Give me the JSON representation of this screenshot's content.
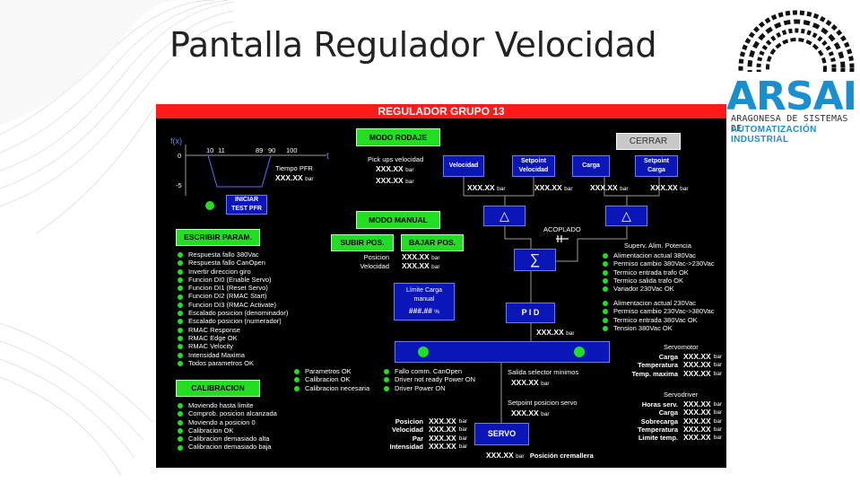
{
  "slide": {
    "title": "Pantalla Regulador Velocidad"
  },
  "logo": {
    "wordmark": "ARSAI",
    "line1": "ARAGONESA DE SISTEMAS DE",
    "line2": "AUTOMATIZACIÓN INDUSTRIAL"
  },
  "colors": {
    "header": "#ff1a1a",
    "green": "#22dd22",
    "blue": "#0a16b8",
    "background": "#000000"
  },
  "hmi": {
    "header": "REGULADOR GRUPO 13",
    "graph": {
      "ylabel": "f(x)",
      "xlabel": "t",
      "y0": "0",
      "y1": "-5",
      "x1": "10",
      "x2": "11",
      "x3": "89",
      "x4": "90",
      "x5": "100"
    },
    "tiempo_pfr": {
      "label": "Tiempo PFR",
      "value": "XXX.XX",
      "unit": "bar"
    },
    "iniciar_test": "INICIAR\nTEST PFR",
    "modo_rodaje": "MODO RODAJE",
    "pickups": {
      "label": "Pick ups velocidad",
      "v1": "XXX.XX",
      "v2": "XXX.XX",
      "unit": "bar"
    },
    "modo_manual": "MODO MANUAL",
    "subir": "SUBIR POS.",
    "bajar": "BAJAR POS.",
    "posicion": {
      "label": "Posicion",
      "value": "XXX.XX",
      "unit": "bar"
    },
    "velocidad": {
      "label": "Velocidad",
      "value": "XXX.XX",
      "unit": "bar"
    },
    "limite_carga": {
      "label": "Límite Carga\nmanual",
      "value": "###.##",
      "unit": "%"
    },
    "cerrar": "CERRAR",
    "blocks": {
      "velocidad": "Velocidad",
      "setpoint_velocidad": "Setpoint\nVelocidad",
      "carga": "Carga",
      "setpoint_carga": "Setpoint\nCarga",
      "v_vel": "XXX.XX",
      "v_spv": "XXX.XX",
      "v_carga": "XXX.XX",
      "v_spc": "XXX.XX",
      "unit": "bar",
      "acoplado": "ACOPLADO",
      "triangle": "△",
      "sigma": "∑",
      "pid": "P I D",
      "pid_value": "XXX.XX"
    },
    "escribir_param": "ESCRIBIR PARAM.",
    "param_list": [
      "Respuesta fallo 380Vac",
      "Respuesta fallo CanOpen",
      "Invertir direccion giro",
      "Funcion DI0 (Enable Servo)",
      "Funcion DI1 (Reset Servo)",
      "Funcion DI2 (RMAC Start)",
      "Funcion DI3 (RMAC Activate)",
      "Escalado posicion (denominador)",
      "Escalado posicion (numerador)",
      "RMAC Response",
      "RMAC Edge OK",
      "RMAC Velocity",
      "Intensidad Maxima",
      "Todos parametros OK"
    ],
    "calibracion": "CALIBRACION",
    "calib_list": [
      "Moviendo hasta limite",
      "Comprob. posicion alcanzada",
      "Moviendo a posicion 0",
      "Calibracion OK",
      "Calibracion demasiado alta",
      "Calibracion demasiado baja"
    ],
    "param_status": [
      "Parametros OK",
      "Calibracion OK",
      "Calibracion necesaria"
    ],
    "fault_status": [
      "Fallo comm. CanOpen",
      "Driver not ready Power ON",
      "Driver Power ON"
    ],
    "superv": {
      "title": "Superv. Alim. Potencia",
      "group1": [
        "Alimentacion actual 380Vac",
        "Permiso cambio 380Vac->230Vac",
        "Termico entrada trafo OK",
        "Termico salida trafo OK",
        "Variador 230Vac OK"
      ],
      "group2": [
        "Alimentacion actual 230Vac",
        "Permiso cambio 230Vac->380Vac",
        "Termico entrada 380Vac OK",
        "Tension 380Vac OK"
      ]
    },
    "servomotor": {
      "title": "Servomotor",
      "rows": [
        {
          "label": "Carga",
          "value": "XXX.XX",
          "unit": "bar"
        },
        {
          "label": "Temperatura",
          "value": "XXX.XX",
          "unit": "bar"
        },
        {
          "label": "Temp. maxima",
          "value": "XXX.XX",
          "unit": "bar"
        }
      ]
    },
    "servodriver": {
      "title": "Servodriver",
      "rows": [
        {
          "label": "Horas serv.",
          "value": "XXX.XX",
          "unit": "bar"
        },
        {
          "label": "Carga",
          "value": "XXX.XX",
          "unit": "bar"
        },
        {
          "label": "Sobrecarga",
          "value": "XXX.XX",
          "unit": "bar"
        },
        {
          "label": "Temperatura",
          "value": "XXX.XX",
          "unit": "bar"
        },
        {
          "label": "Limite temp.",
          "value": "XXX.XX",
          "unit": "bar"
        }
      ]
    },
    "salida_selector": {
      "label": "Salida selector minimos",
      "value": "XXX.XX",
      "unit": "bar"
    },
    "setpoint_servo": {
      "label": "Setpoint posicion servo",
      "value": "XXX.XX",
      "unit": "bar"
    },
    "servo_block": "SERVO",
    "servo_values": [
      {
        "label": "Posicion",
        "value": "XXX.XX",
        "unit": "bar"
      },
      {
        "label": "Velocidad",
        "value": "XXX.XX",
        "unit": "bar"
      },
      {
        "label": "Par",
        "value": "XXX.XX",
        "unit": "bar"
      },
      {
        "label": "Intensidad",
        "value": "XXX.XX",
        "unit": "bar"
      }
    ],
    "cremallera": {
      "value": "XXX.XX",
      "unit": "bar",
      "label": "Posición cremallera"
    }
  }
}
